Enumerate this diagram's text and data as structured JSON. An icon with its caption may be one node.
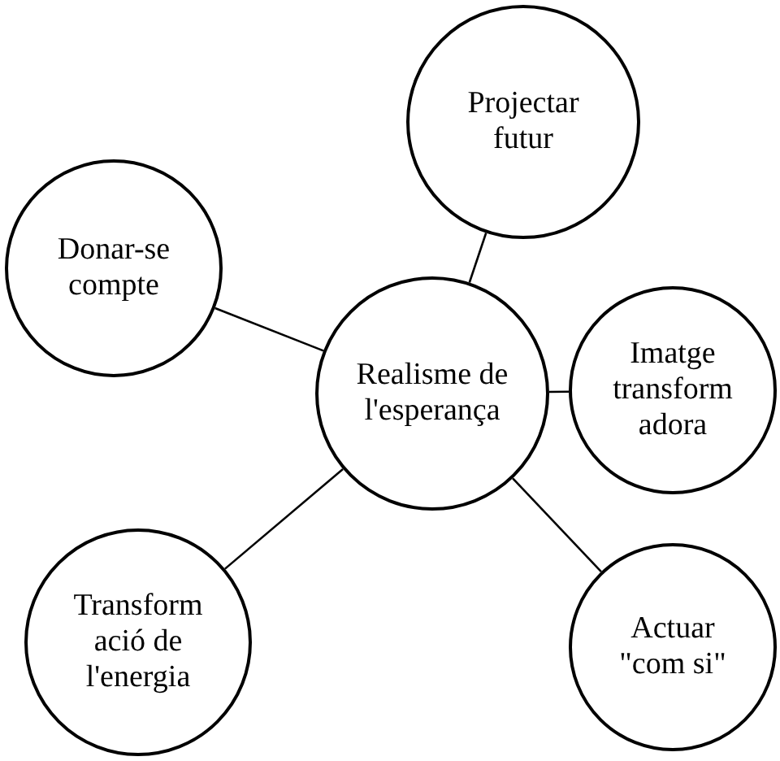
{
  "diagram": {
    "nodes": [
      {
        "text": [
          "Projectar futur"
        ]
      },
      {
        "text": [
          "Donar-se compte"
        ]
      },
      {
        "text": [
          "Realisme de l'esperança"
        ]
      },
      {
        "text": [
          "Imatge transform adora"
        ]
      },
      {
        "text": [
          "Transform ació de l'energia"
        ]
      },
      {
        "text": [
          "Actuar \"com si\""
        ]
      }
    ],
    "edges": [
      {
        "from": 2,
        "to": 0,
        "arrow": "none"
      },
      {
        "from": 2,
        "to": 1,
        "arrow": "none"
      },
      {
        "from": 2,
        "to": 3,
        "arrow": "none"
      },
      {
        "from": 2,
        "to": 4,
        "arrow": "none"
      },
      {
        "from": 2,
        "to": 5,
        "arrow": "none"
      }
    ]
  }
}
